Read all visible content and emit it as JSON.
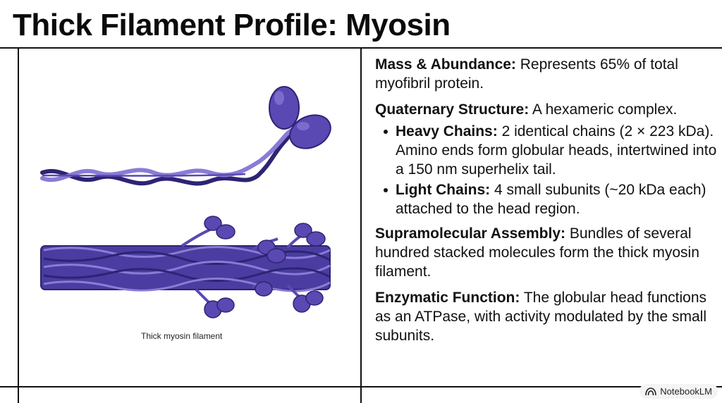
{
  "title": "Thick Filament Profile: Myosin",
  "figure": {
    "caption": "Thick myosin filament",
    "colors": {
      "fill": "#5a48b3",
      "dark": "#2d2473",
      "light": "#8a7bd6"
    }
  },
  "sections": [
    {
      "heading": "Mass & Abundance:",
      "body": " Represents 65% of total myofibril protein."
    },
    {
      "heading": "Quaternary Structure:",
      "body": " A hexameric complex.",
      "bullets": [
        {
          "heading": "Heavy Chains:",
          "body": " 2 identical chains (2 × 223 kDa). Amino ends form globular heads, intertwined into a 150 nm superhelix tail."
        },
        {
          "heading": "Light Chains:",
          "body": " 4 small subunits (~20 kDa each) attached to the head region."
        }
      ]
    },
    {
      "heading": "Supramolecular Assembly:",
      "body": " Bundles of several hundred stacked molecules form the thick myosin filament."
    },
    {
      "heading": "Enzymatic Function:",
      "body": " The globular head functions as an ATPase, with activity modulated by the small subunits."
    }
  ],
  "branding": {
    "label": "NotebookLM",
    "icon": "notebook-icon"
  }
}
